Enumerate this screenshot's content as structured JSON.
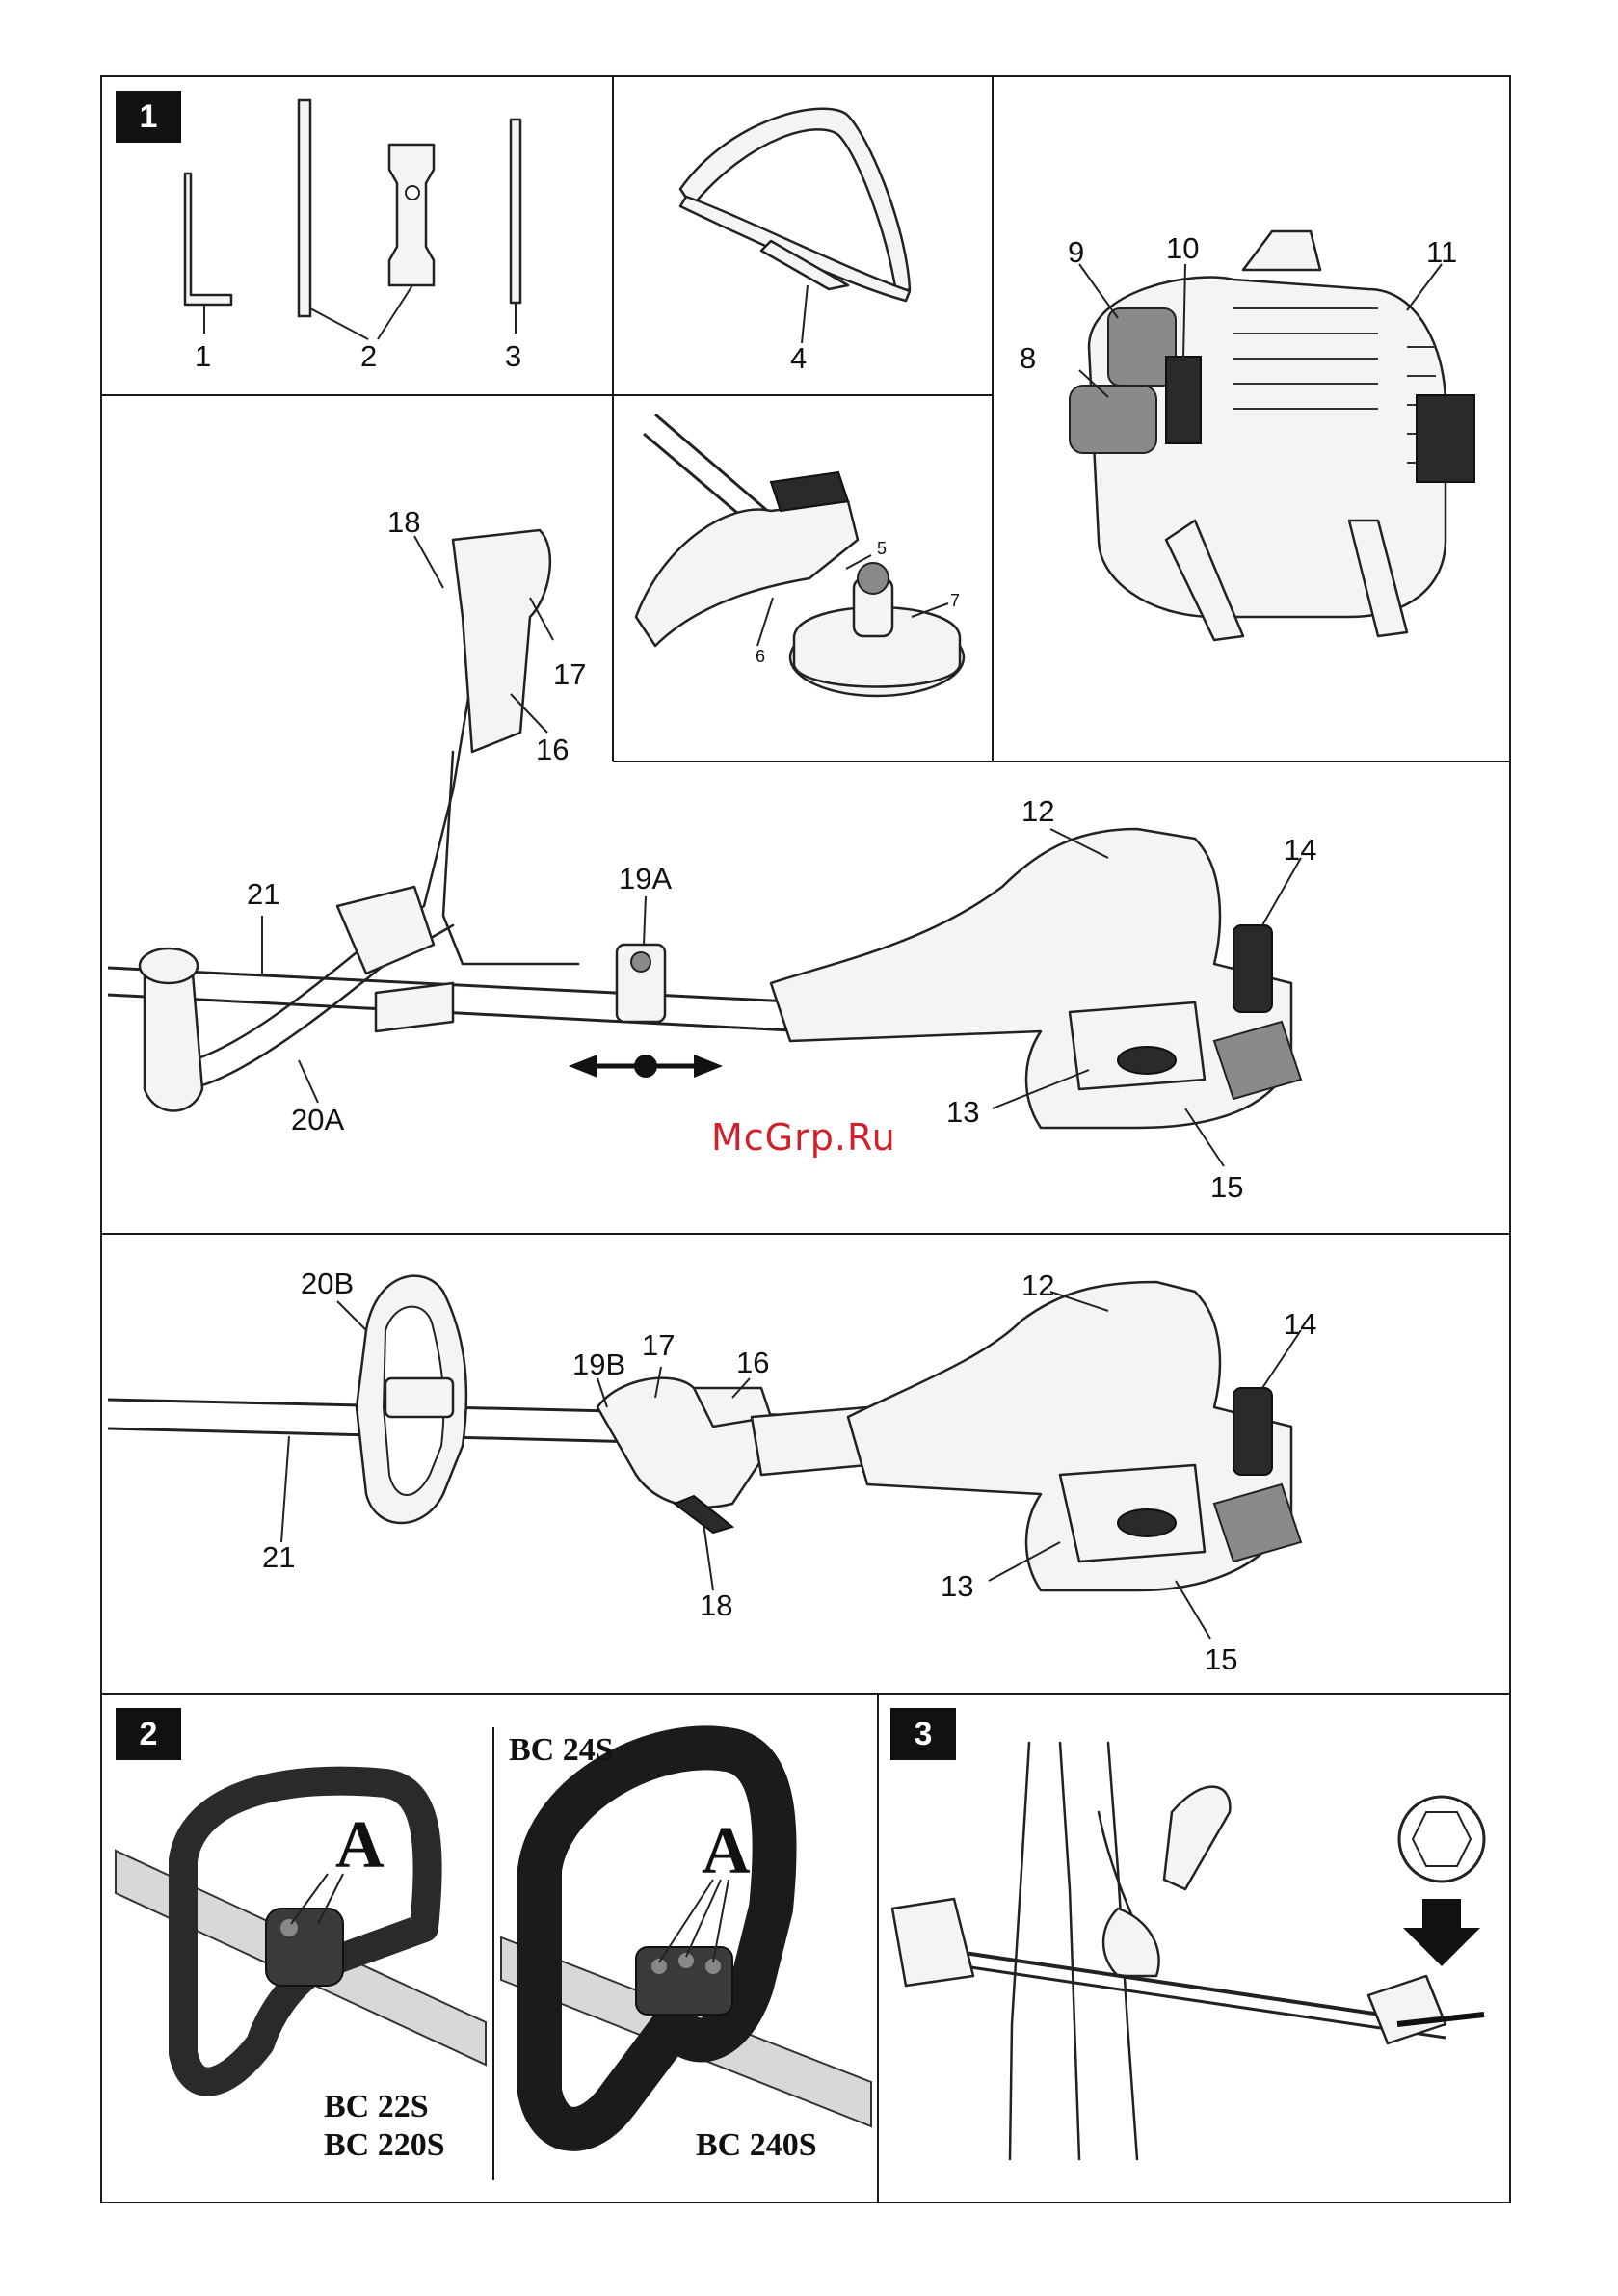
{
  "figures": {
    "fig1_badge": "1",
    "fig2_badge": "2",
    "fig3_badge": "3"
  },
  "tools_labels": [
    "1",
    "2",
    "3",
    "4"
  ],
  "head_labels": [
    "5",
    "6",
    "7"
  ],
  "engine_labels": [
    "8",
    "9",
    "10",
    "11"
  ],
  "trimmer_a_labels": {
    "l18": "18",
    "l17": "17",
    "l16": "16",
    "l21": "21",
    "l20a": "20A",
    "l19a": "19A",
    "l12": "12",
    "l14": "14",
    "l13": "13",
    "l15": "15"
  },
  "trimmer_b_labels": {
    "l20b": "20B",
    "l19b": "19B",
    "l17": "17",
    "l16": "16",
    "l12": "12",
    "l14": "14",
    "l21": "21",
    "l18": "18",
    "l13": "13",
    "l15": "15"
  },
  "fig2": {
    "label_a_left": "A",
    "label_a_right": "A",
    "model_top_right": "BC 24S",
    "model_left_1": "BC 22S",
    "model_left_2": "BC 220S",
    "model_right": "BC 240S"
  },
  "watermark": "McGrp.Ru"
}
